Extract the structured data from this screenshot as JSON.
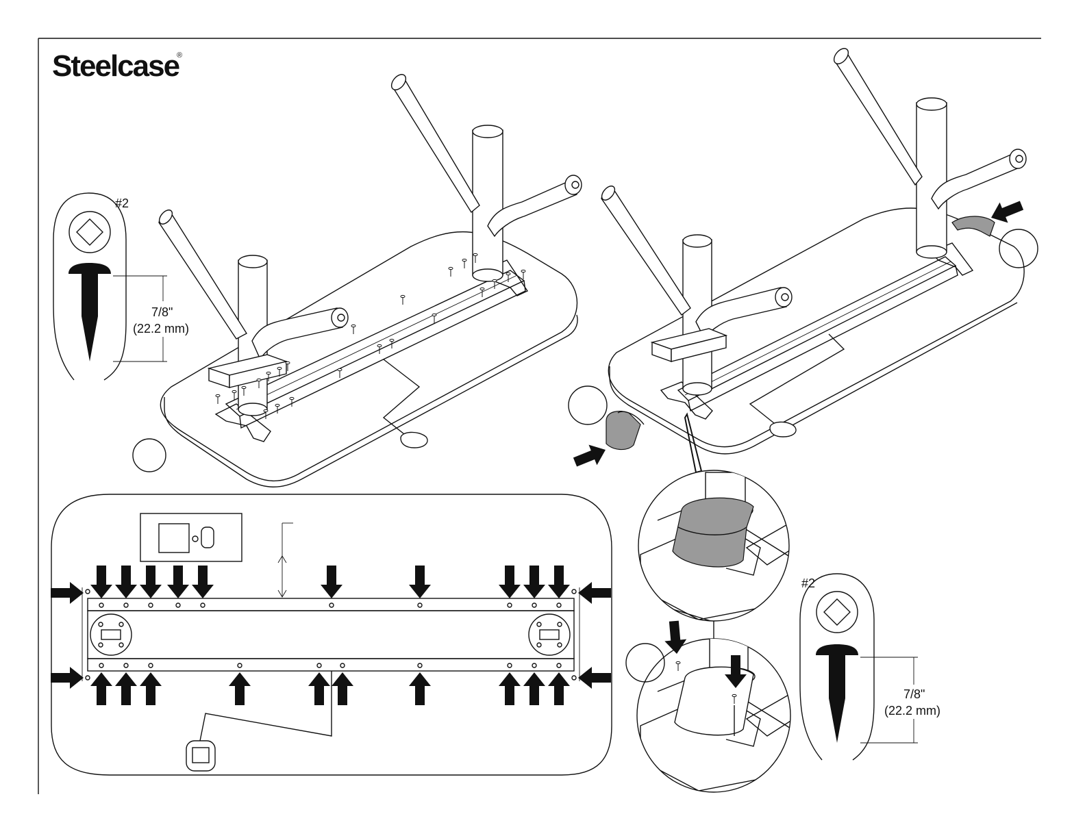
{
  "brand": {
    "name": "Steelcase",
    "registered_mark": "®"
  },
  "screw_callouts": [
    {
      "driver": "#2",
      "length_in": "7/8\"",
      "length_mm": "(22.2 mm)"
    },
    {
      "driver": "#2",
      "length_in": "7/8\"",
      "length_mm": "(22.2 mm)"
    }
  ],
  "step_markers": [
    {
      "label": ""
    },
    {
      "label": ""
    },
    {
      "label": ""
    },
    {
      "label": ""
    }
  ],
  "colors": {
    "line": "#111111",
    "cover_fill": "#9a9a9a",
    "background": "#ffffff"
  },
  "icons": [
    "screw-icon",
    "square-drive-icon",
    "arrow-icon",
    "control-box-icon",
    "hand-switch-icon"
  ]
}
